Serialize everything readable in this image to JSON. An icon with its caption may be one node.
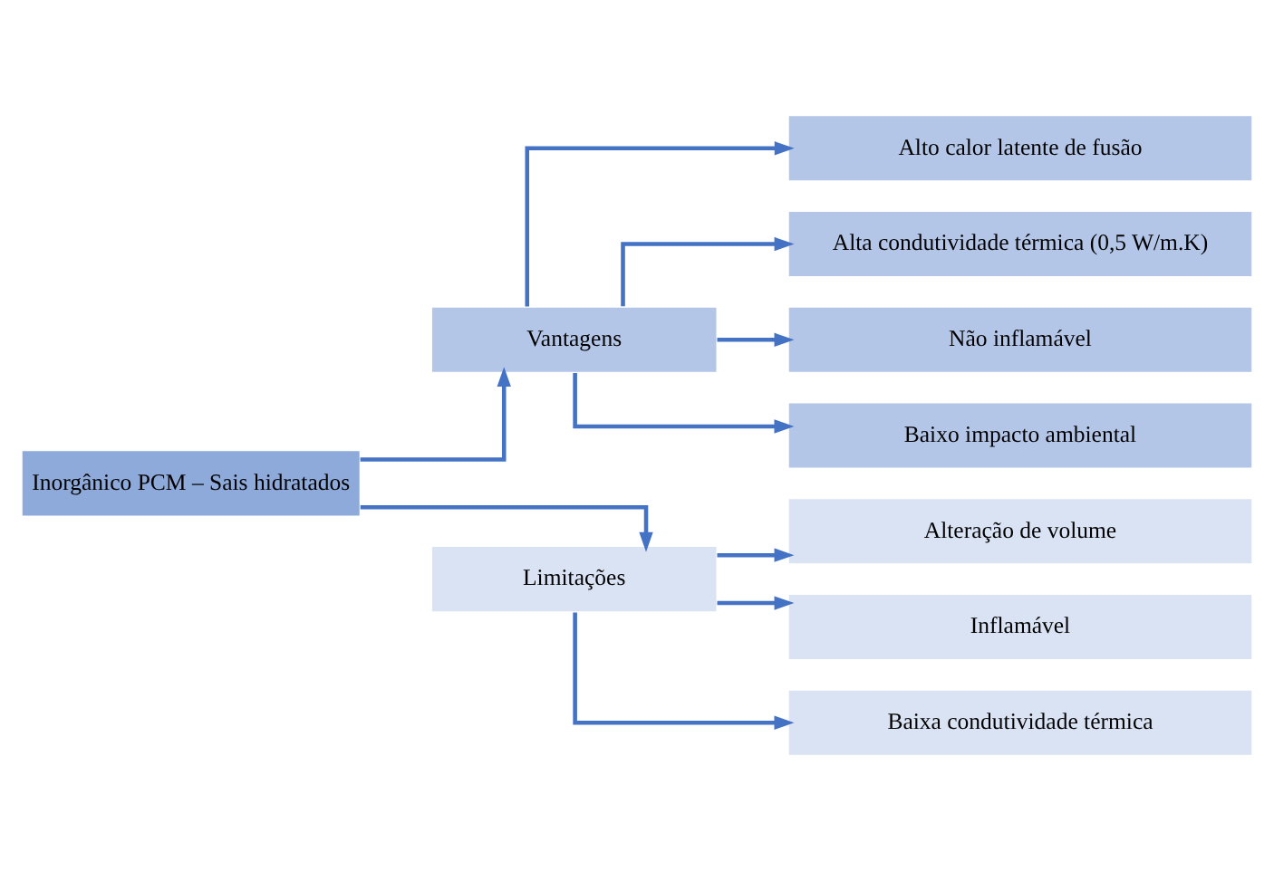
{
  "diagram": {
    "nodes": [
      {
        "text": [
          "Inorgânico PCM – Sais hidratados"
        ]
      },
      {
        "text": [
          "Vantagens"
        ]
      },
      {
        "text": [
          "Limitações"
        ]
      },
      {
        "text": [
          "Alto calor latente de fusão"
        ]
      },
      {
        "text": [
          "Alta condutividade térmica (0,5 W/m.K)"
        ]
      },
      {
        "text": [
          "Não inflamável"
        ]
      },
      {
        "text": [
          "Baixo impacto ambiental"
        ]
      },
      {
        "text": [
          "Alteração de volume"
        ]
      },
      {
        "text": [
          "Inflamável"
        ]
      },
      {
        "text": [
          "Baixa condutividade térmica"
        ]
      }
    ],
    "edges": [
      {
        "from": 0,
        "to": 1,
        "arrow": "to"
      },
      {
        "from": 0,
        "to": 2,
        "arrow": "to"
      },
      {
        "from": 1,
        "to": 3,
        "arrow": "to"
      },
      {
        "from": 1,
        "to": 4,
        "arrow": "to"
      },
      {
        "from": 1,
        "to": 5,
        "arrow": "to"
      },
      {
        "from": 1,
        "to": 6,
        "arrow": "to"
      },
      {
        "from": 2,
        "to": 7,
        "arrow": "to"
      },
      {
        "from": 2,
        "to": 8,
        "arrow": "to"
      },
      {
        "from": 2,
        "to": 9,
        "arrow": "to"
      }
    ]
  }
}
